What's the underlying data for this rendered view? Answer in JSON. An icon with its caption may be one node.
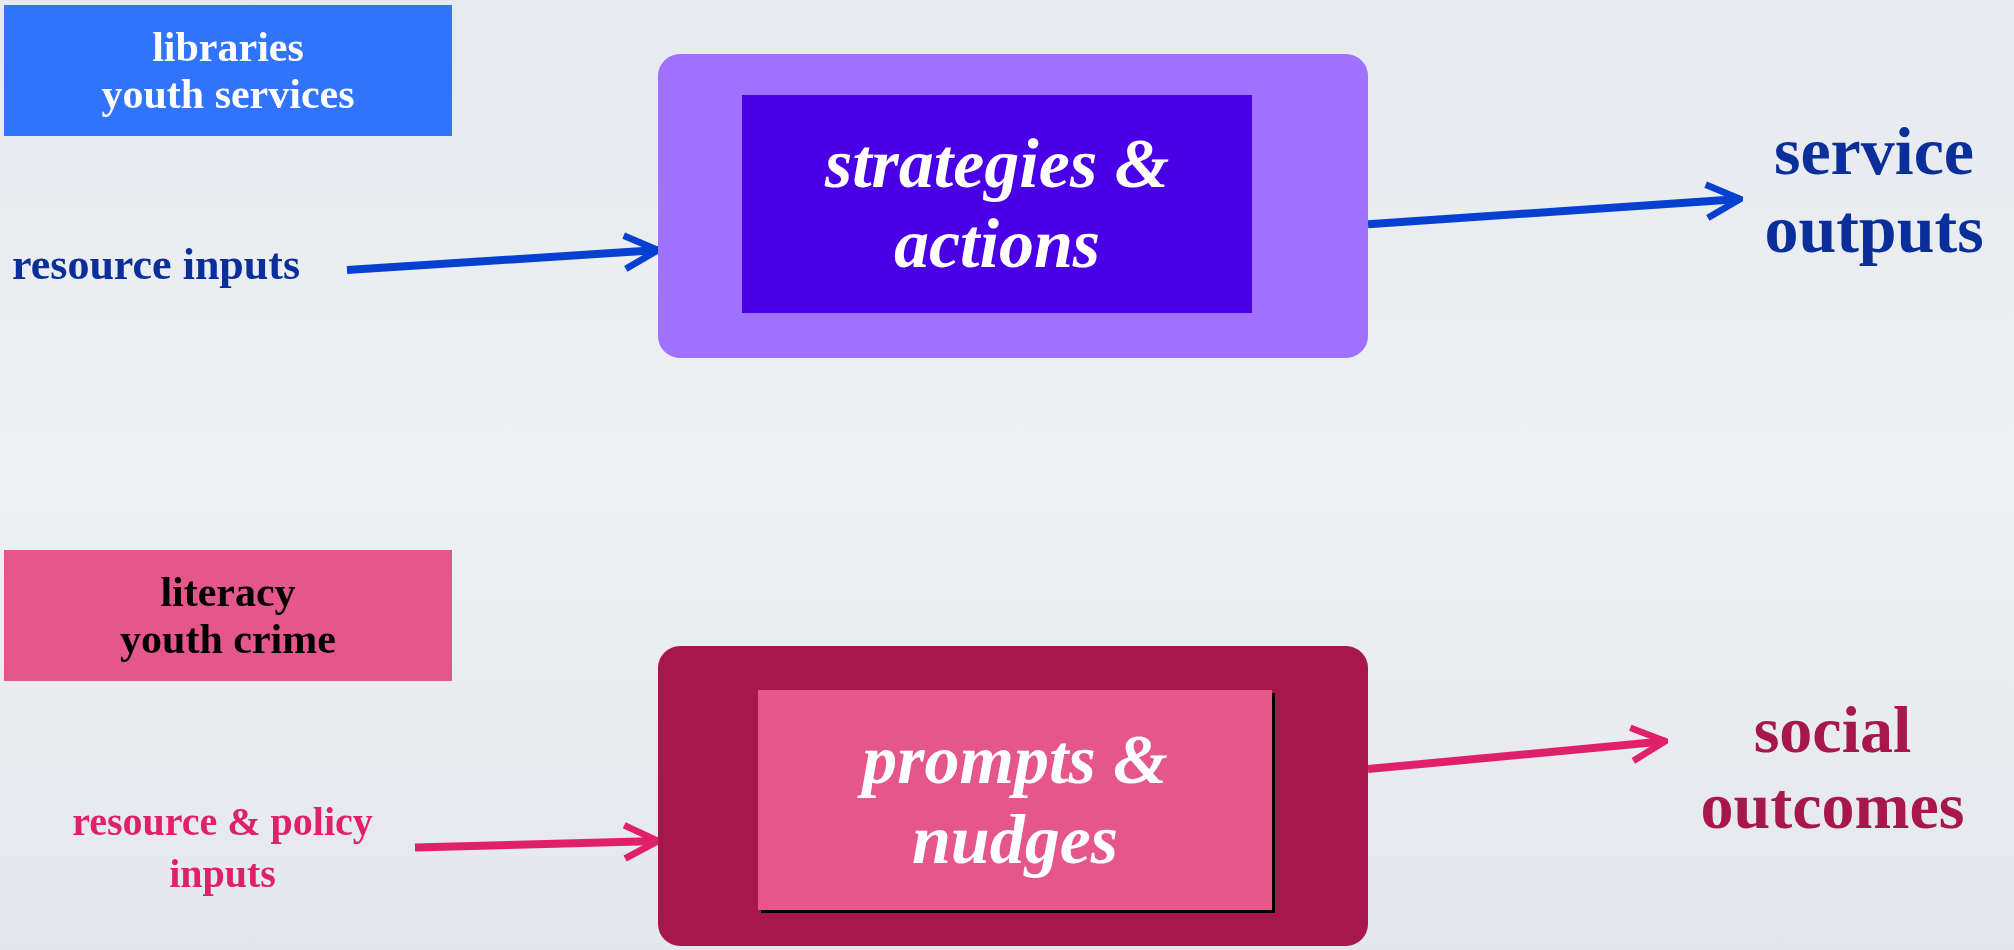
{
  "diagram": {
    "nodes": [
      {
        "text": [
          "libraries",
          "youth services"
        ]
      },
      {
        "text": [
          "resource inputs"
        ]
      },
      {
        "text": [],
        "shape": "box"
      },
      {
        "text": [
          "strategies & actions"
        ],
        "in": 2
      },
      {
        "text": [
          "service outputs"
        ]
      },
      {
        "text": [
          "literacy",
          "youth crime"
        ]
      },
      {
        "text": [
          "resource & policy inputs"
        ]
      },
      {
        "text": [],
        "shape": "box"
      },
      {
        "text": [
          "prompts & nudges"
        ],
        "in": 7
      },
      {
        "text": [
          "social outcomes"
        ]
      }
    ],
    "edges": [
      {
        "from": 1,
        "to": 2,
        "arrow": "to",
        "color": "#0540d0"
      },
      {
        "from": 2,
        "to": 4,
        "arrow": "to",
        "color": "#0540d0"
      },
      {
        "from": 6,
        "to": 7,
        "arrow": "to",
        "color": "#e0206a"
      },
      {
        "from": 7,
        "to": 9,
        "arrow": "to",
        "color": "#e0206a"
      }
    ]
  }
}
